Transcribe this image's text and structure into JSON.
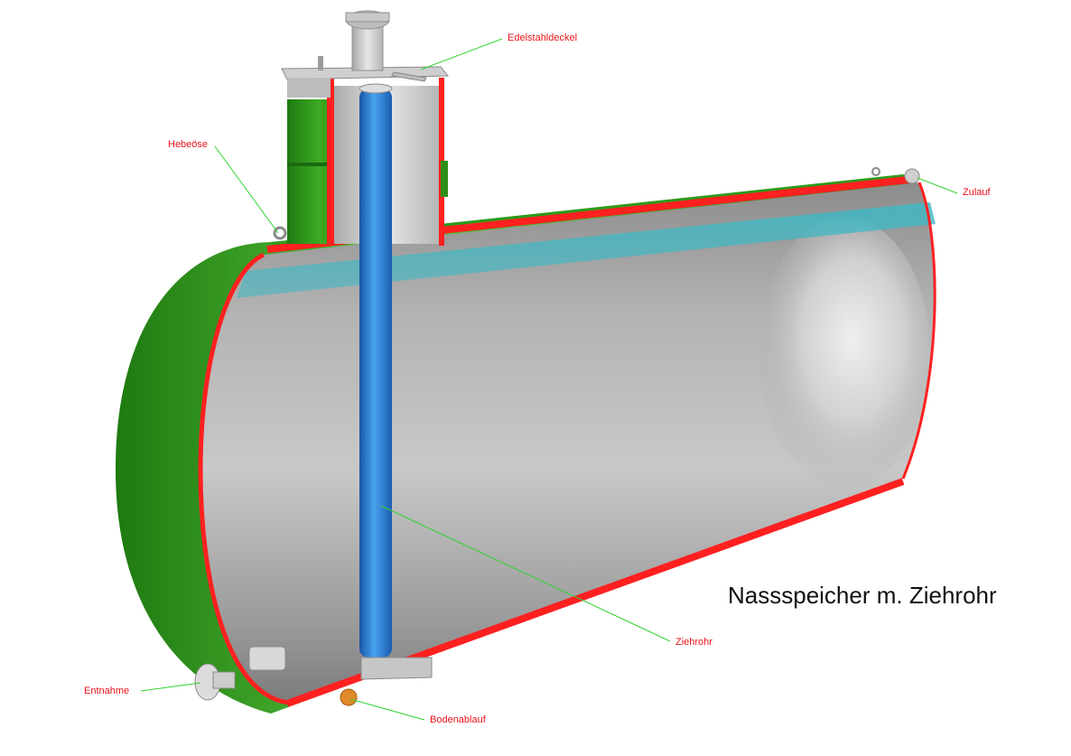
{
  "title": "Nassspeicher m. Ziehrohr",
  "labels": {
    "lid": "Edelstahldeckel",
    "lifting_eye": "Hebeöse",
    "inlet": "Zulauf",
    "suction_pipe": "Ziehrohr",
    "outlet": "Entnahme",
    "bottom_drain": "Bodenablauf"
  },
  "colors": {
    "label_text": "#e8121b",
    "leader_line": "#2fd42f",
    "tank_shell": "#3aa51f",
    "cut_edge": "#ff2020",
    "interior": "#a9a9a9",
    "pipe": "#2a7fd8",
    "water_level": "#3fb8c4",
    "stainless": "#c9c9c9",
    "drain_fitting": "#e08a2a"
  }
}
